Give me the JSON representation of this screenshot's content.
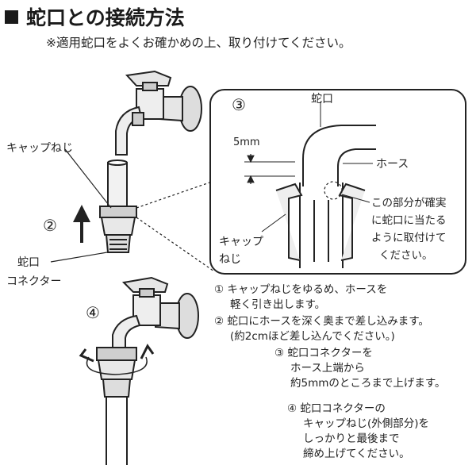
{
  "header": {
    "title": "蛇口との接続方法",
    "note": "※適用蛇口をよくお確かめの上、取り付けてください。"
  },
  "labels": {
    "cap_screw": "キャップねじ",
    "faucet_connector_line1": "蛇口",
    "faucet_connector_line2": "コネクター",
    "step2": "②",
    "step4": "④"
  },
  "detail": {
    "step": "③",
    "faucet": "蛇口",
    "hose": "ホース",
    "dimension": "5mm",
    "cap_screw_line1": "キャップ",
    "cap_screw_line2": "ねじ",
    "callout_line1": "この部分が確実",
    "callout_line2": "に蛇口に当たる",
    "callout_line3": "ように取付けて",
    "callout_line4": "ください。"
  },
  "instructions": {
    "s1_line1": "① キャップねじをゆるめ、ホースを",
    "s1_line2": "軽く引き出します。",
    "s2_line1": "② 蛇口にホースを深く奥まで差し込みます。",
    "s2_line2": "(約2cmほど差し込んでください。)",
    "s3_line1": "③ 蛇口コネクターを",
    "s3_line2": "ホース上端から",
    "s3_line3": "約5mmのところまで上げます。",
    "s4_line1": "④ 蛇口コネクターの",
    "s4_line2": "キャップねじ(外側部分)を",
    "s4_line3": "しっかりと最後まで",
    "s4_line4": "締め上げてください。"
  }
}
